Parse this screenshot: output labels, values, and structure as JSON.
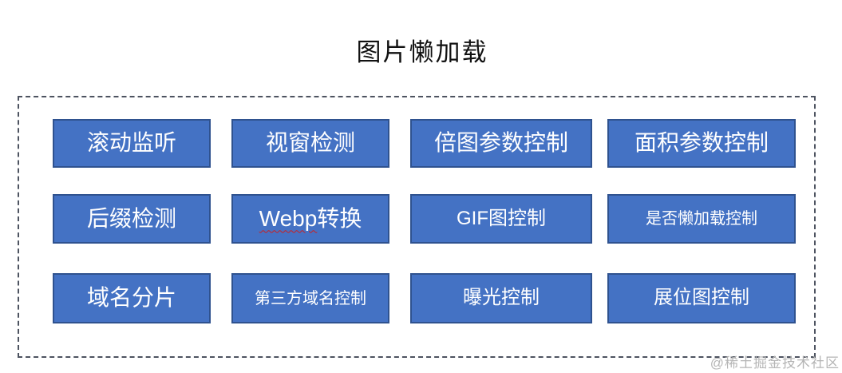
{
  "page": {
    "title": "图片懒加载",
    "watermark": "@稀土掘金技术社区"
  },
  "colors": {
    "box_fill": "#4472C4",
    "box_border": "#2F528F",
    "box_text": "#FFFFFF",
    "container_border": "#4D5360",
    "title_text": "#111111",
    "watermark_text": "#B5B5B5",
    "spellcheck_underline": "#CC1F1F"
  },
  "boxes": [
    {
      "label": "滚动监听"
    },
    {
      "label": "视窗检测"
    },
    {
      "label": "倍图参数控制"
    },
    {
      "label": "面积参数控制"
    },
    {
      "label": "后缀检测"
    },
    {
      "label_wavy": "Webp",
      "label_rest": "转换"
    },
    {
      "label": "GIF图控制"
    },
    {
      "label": "是否懒加载控制"
    },
    {
      "label": "域名分片"
    },
    {
      "label": "第三方域名控制"
    },
    {
      "label": "曝光控制"
    },
    {
      "label": "展位图控制"
    }
  ]
}
